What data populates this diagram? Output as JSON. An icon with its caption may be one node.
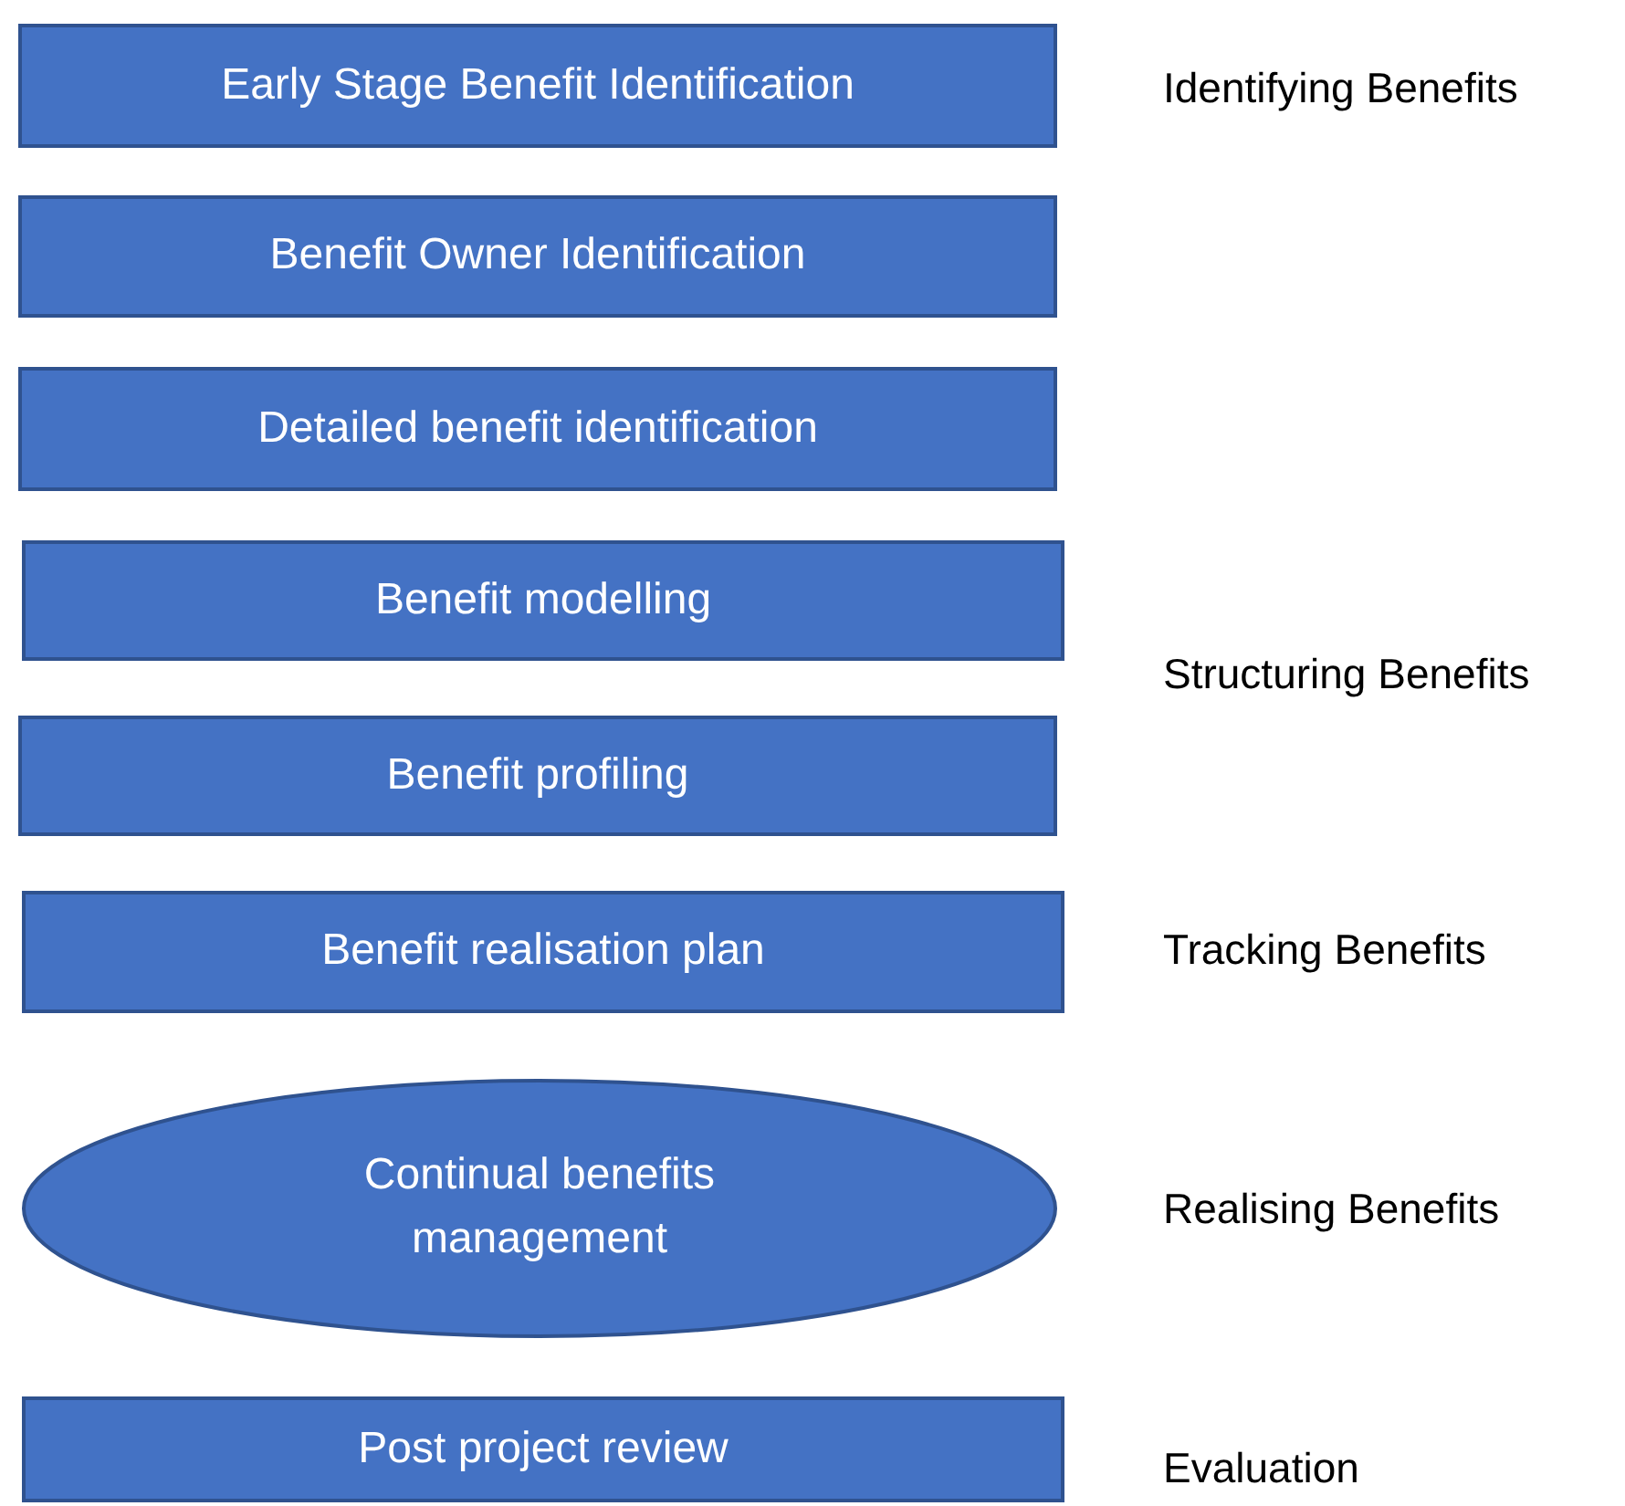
{
  "diagram": {
    "nodes": [
      {
        "text": [
          "Early Stage Benefit Identification"
        ]
      },
      {
        "text": [
          "Benefit Owner Identification"
        ]
      },
      {
        "text": [
          "Detailed benefit identification"
        ]
      },
      {
        "text": [
          "Benefit modelling"
        ]
      },
      {
        "text": [
          "Benefit profiling"
        ]
      },
      {
        "text": [
          "Benefit realisation plan"
        ]
      },
      {
        "text": [
          "Continual benefits management"
        ]
      },
      {
        "text": [
          "Post project review"
        ]
      }
    ],
    "labels": [
      "Identifying Benefits",
      "Structuring Benefits",
      "Tracking Benefits",
      "Realising Benefits",
      "Evaluation"
    ]
  }
}
